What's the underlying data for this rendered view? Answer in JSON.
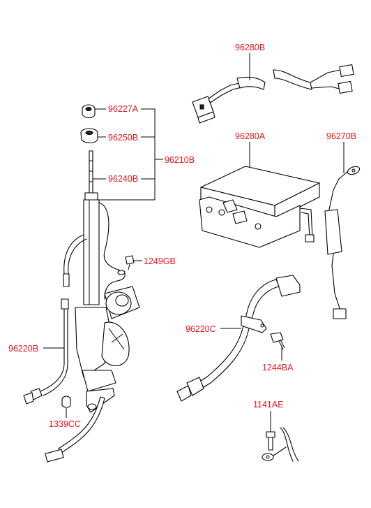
{
  "labels": {
    "p96280B": "96280B",
    "p96227A": "96227A",
    "p96250B": "96250B",
    "p96210B": "96210B",
    "p96240B": "96240B",
    "p96280A": "96280A",
    "p96270B": "96270B",
    "p1249GB": "1249GB",
    "p96220C": "96220C",
    "p96220B": "96220B",
    "p1244BA": "1244BA",
    "p1141AE": "1141AE",
    "p1339CC": "1339CC"
  },
  "colors": {
    "label": "#e8141e",
    "line": "#000000",
    "background": "#ffffff"
  }
}
